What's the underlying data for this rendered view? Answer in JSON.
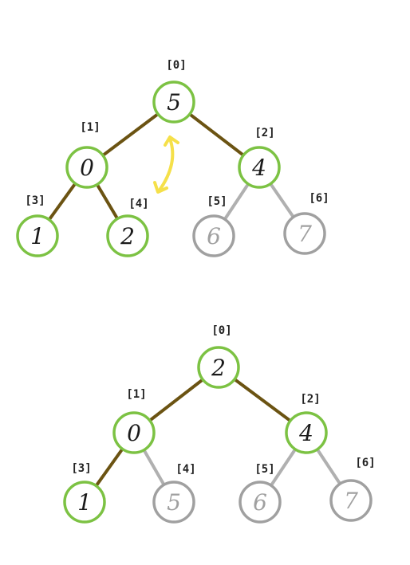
{
  "colors": {
    "active_node": "#7cc243",
    "inactive_node": "#a0a0a0",
    "active_edge": "#6b5312",
    "inactive_edge": "#b0b0b0",
    "swap_arrow": "#f5e04a",
    "text_dark": "#1a1a1a",
    "text_light": "#a0a0a0"
  },
  "trees": [
    {
      "nodes": [
        {
          "index": "[0]",
          "value": "5",
          "state": "active"
        },
        {
          "index": "[1]",
          "value": "0",
          "state": "active"
        },
        {
          "index": "[2]",
          "value": "4",
          "state": "active"
        },
        {
          "index": "[3]",
          "value": "1",
          "state": "active"
        },
        {
          "index": "[4]",
          "value": "2",
          "state": "active"
        },
        {
          "index": "[5]",
          "value": "6",
          "state": "inactive"
        },
        {
          "index": "[6]",
          "value": "7",
          "state": "inactive"
        }
      ],
      "edges": [
        {
          "from": 0,
          "to": 1,
          "state": "active"
        },
        {
          "from": 0,
          "to": 2,
          "state": "active"
        },
        {
          "from": 1,
          "to": 3,
          "state": "active"
        },
        {
          "from": 1,
          "to": 4,
          "state": "active"
        },
        {
          "from": 2,
          "to": 5,
          "state": "inactive"
        },
        {
          "from": 2,
          "to": 6,
          "state": "inactive"
        }
      ],
      "swap": {
        "between": [
          0,
          4
        ]
      }
    },
    {
      "nodes": [
        {
          "index": "[0]",
          "value": "2",
          "state": "active"
        },
        {
          "index": "[1]",
          "value": "0",
          "state": "active"
        },
        {
          "index": "[2]",
          "value": "4",
          "state": "active"
        },
        {
          "index": "[3]",
          "value": "1",
          "state": "active"
        },
        {
          "index": "[4]",
          "value": "5",
          "state": "inactive"
        },
        {
          "index": "[5]",
          "value": "6",
          "state": "inactive"
        },
        {
          "index": "[6]",
          "value": "7",
          "state": "inactive"
        }
      ],
      "edges": [
        {
          "from": 0,
          "to": 1,
          "state": "active"
        },
        {
          "from": 0,
          "to": 2,
          "state": "active"
        },
        {
          "from": 1,
          "to": 3,
          "state": "active"
        },
        {
          "from": 1,
          "to": 4,
          "state": "inactive"
        },
        {
          "from": 2,
          "to": 5,
          "state": "inactive"
        },
        {
          "from": 2,
          "to": 6,
          "state": "inactive"
        }
      ]
    }
  ]
}
